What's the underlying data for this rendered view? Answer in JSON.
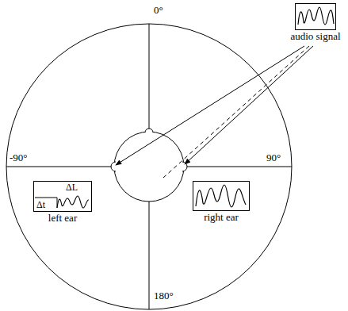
{
  "diagram": {
    "nodes": [
      {
        "text": [
          "audio signal"
        ]
      },
      {
        "text": [
          "ΔL",
          "Δt",
          "left ear"
        ]
      },
      {
        "text": [
          "right ear"
        ]
      }
    ],
    "labels": [
      "0°",
      "-90°",
      "90°",
      "180°"
    ]
  }
}
